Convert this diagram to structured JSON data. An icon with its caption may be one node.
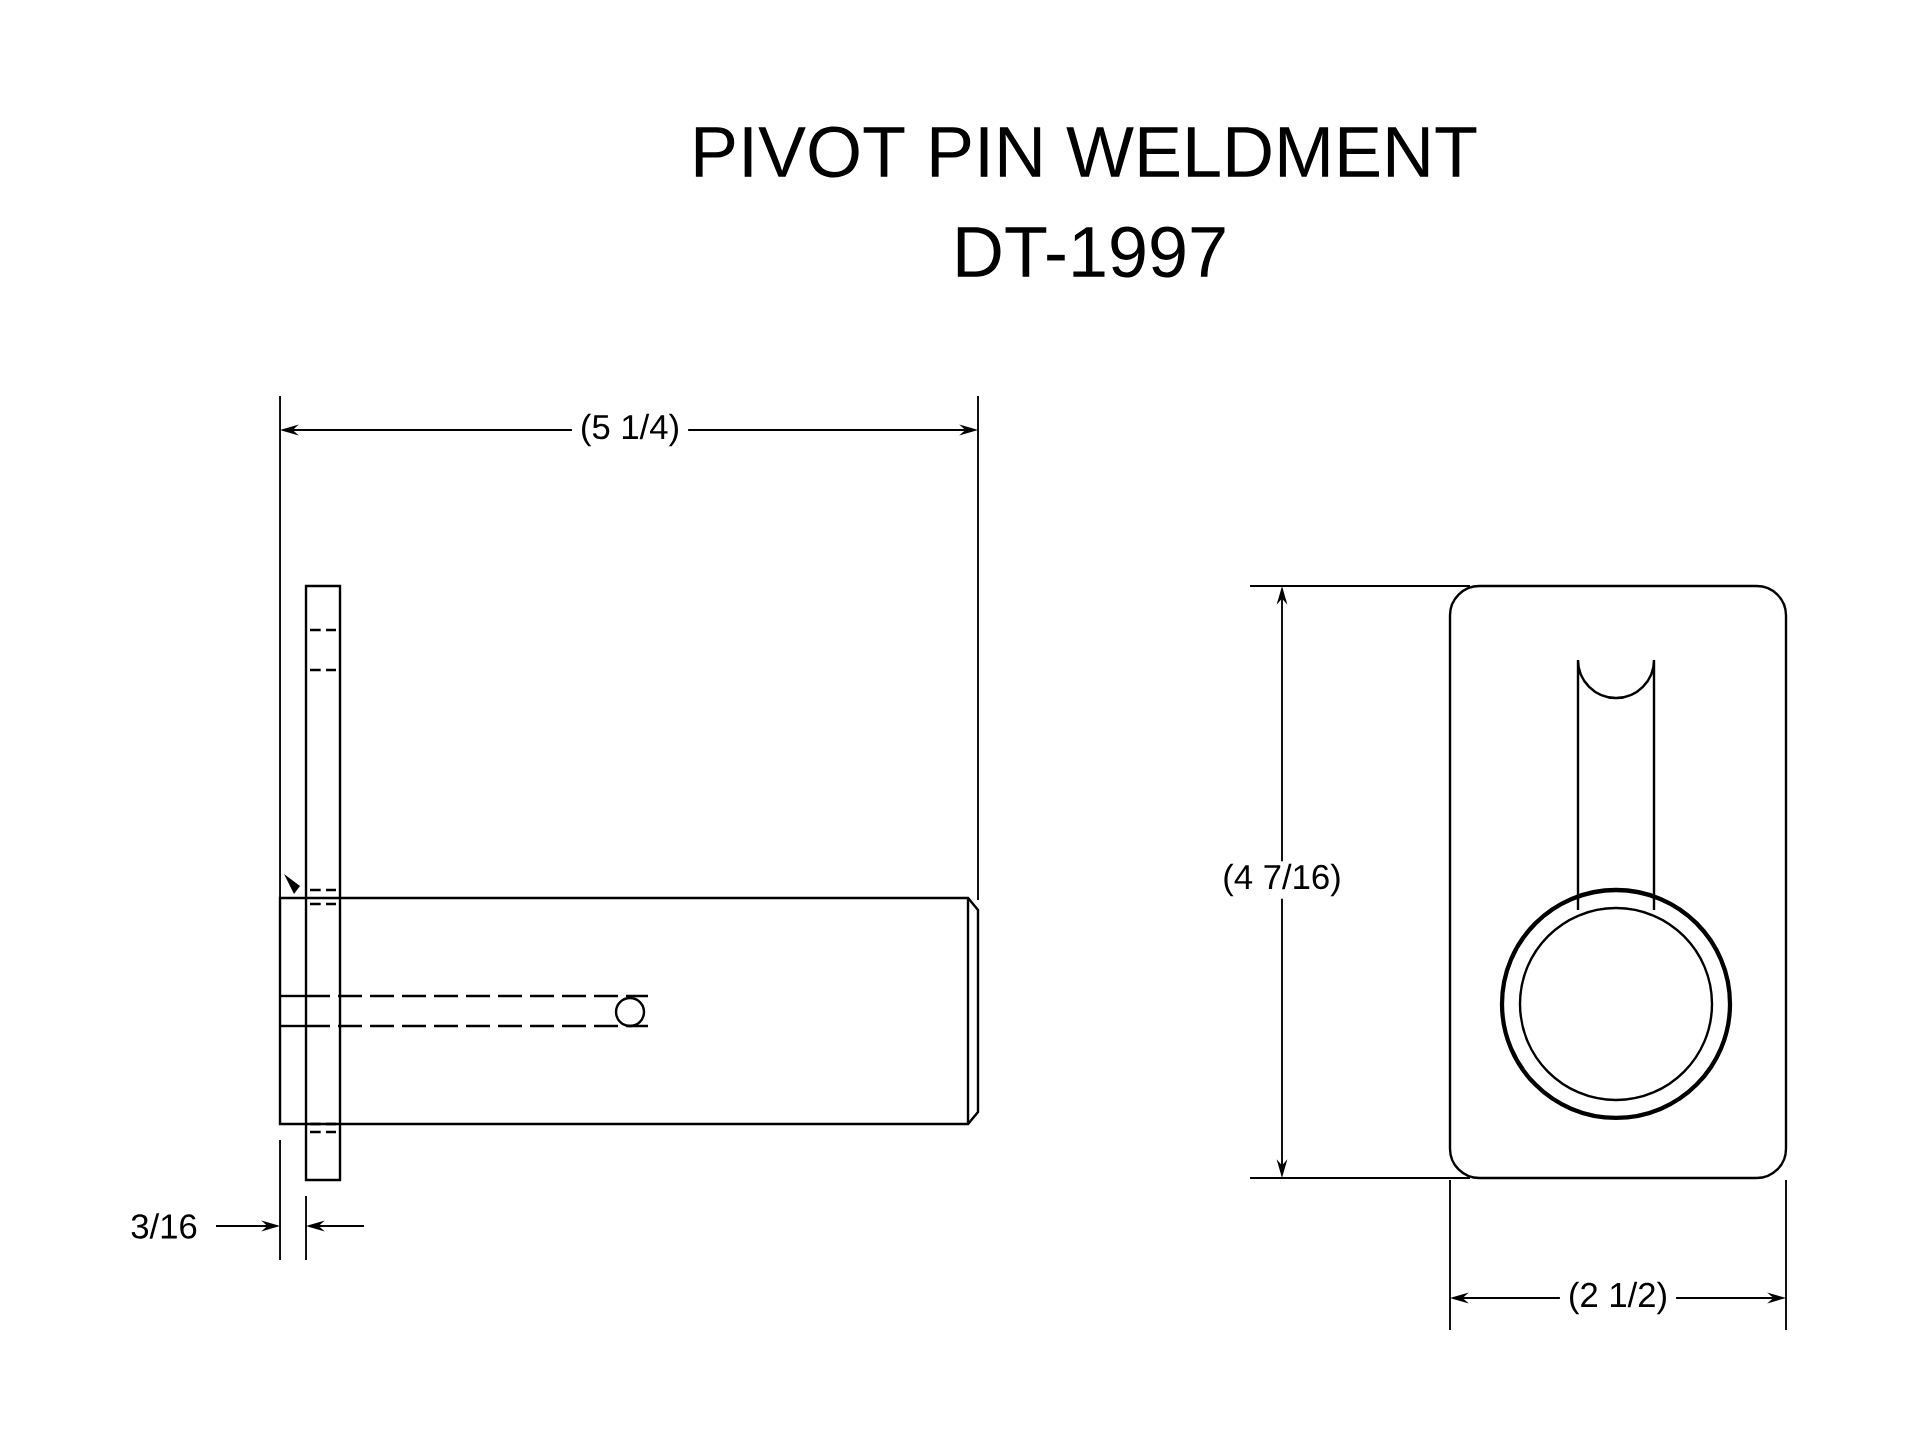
{
  "diagram": {
    "title": "PIVOT PIN WELDMENT",
    "labels": [
      "DT-1997",
      "(5 1/4)",
      "(4 7/16)",
      "3/16",
      "(2 1/2)"
    ]
  }
}
